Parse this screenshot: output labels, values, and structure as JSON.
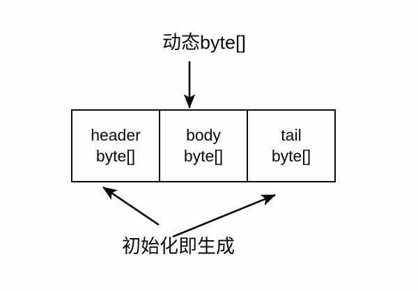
{
  "diagram": {
    "type": "block-structure",
    "background_color": "#fdfdfd",
    "stroke_color": "#0a0a0a",
    "text_color": "#0a0a0a",
    "top_annotation": {
      "text": "动态byte[]",
      "points_to": "body byte[]"
    },
    "bottom_annotation": {
      "text": "初始化即生成",
      "points_to": "header byte[] and tail byte[]"
    },
    "segments": [
      {
        "name": "header",
        "line1": "header",
        "line2": "byte[]"
      },
      {
        "name": "body",
        "line1": "body",
        "line2": "byte[]"
      },
      {
        "name": "tail",
        "line1": "tail",
        "line2": "byte[]"
      }
    ],
    "arrows": [
      {
        "name": "arrow-to-body",
        "from": "top-annotation",
        "to": "body-segment",
        "direction": "down"
      },
      {
        "name": "arrow-to-header",
        "from": "bottom-annotation",
        "to": "header-segment",
        "direction": "up-left"
      },
      {
        "name": "arrow-to-tail",
        "from": "bottom-annotation",
        "to": "tail-segment",
        "direction": "up-right"
      }
    ]
  }
}
